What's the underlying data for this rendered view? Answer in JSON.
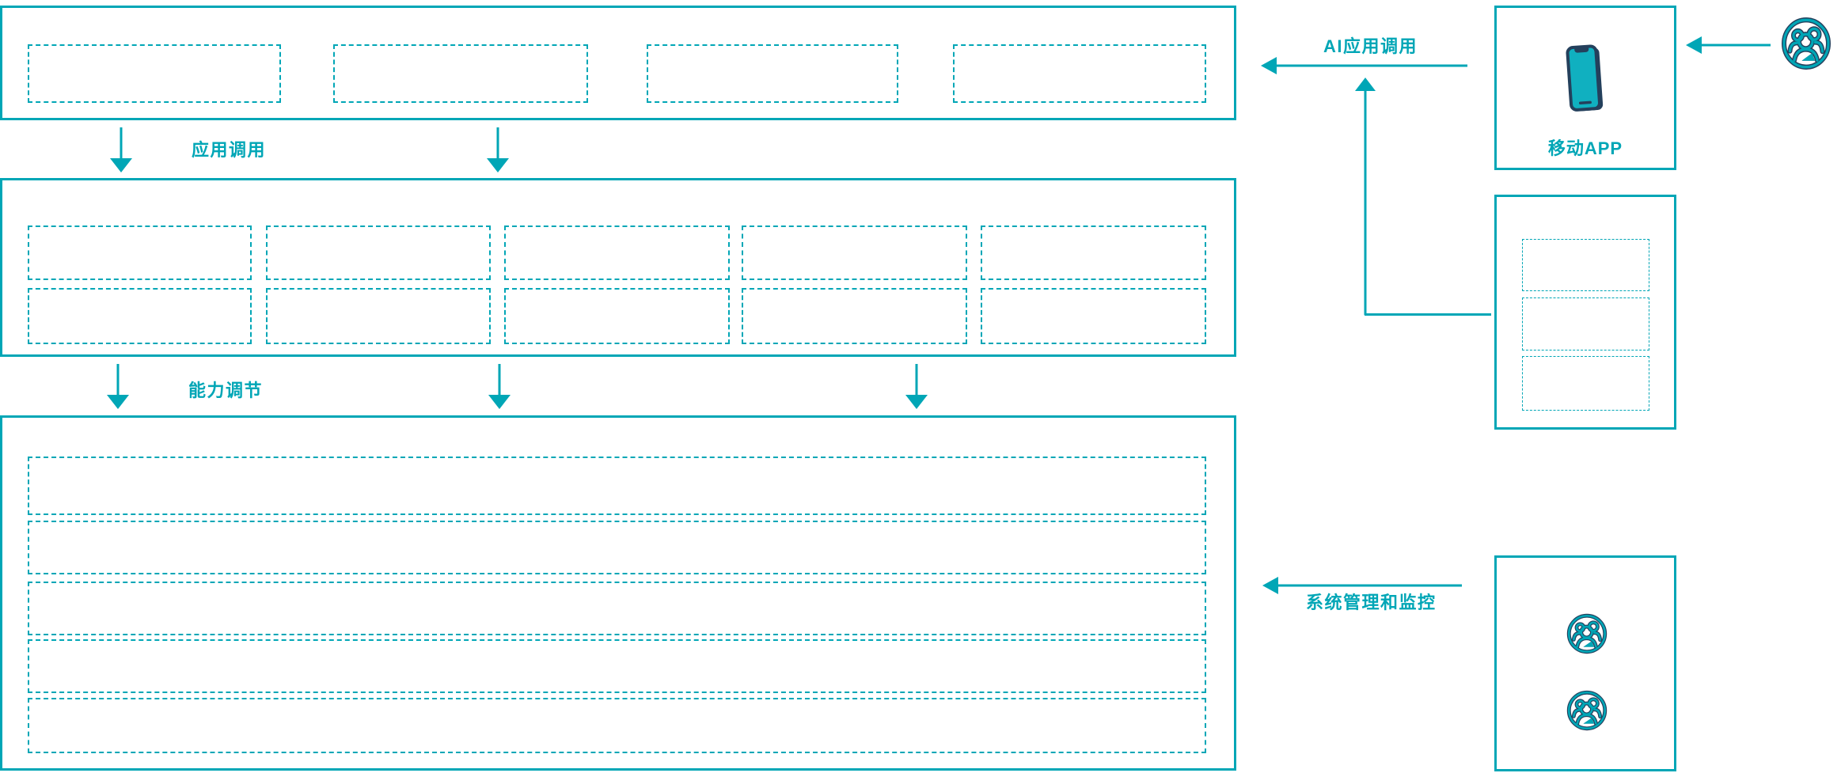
{
  "colors": {
    "accent": "#00a6b6",
    "accent_bright": "#10b0c0",
    "dark": "#24405c",
    "background": "#ffffff"
  },
  "labels": {
    "app_call": "应用调用",
    "capability_adjust": "能力调节",
    "ai_app_call": "AI应用调用",
    "system_monitor": "系统管理和监控",
    "mobile_app": "移动APP"
  },
  "icons": {
    "mobile_app": "smartphone-icon",
    "user_group": "user-group-icon"
  },
  "diagram": {
    "top_layer_placeholders": 4,
    "middle_layer_rows": 2,
    "middle_layer_cols": 5,
    "bottom_layer_rows": 5,
    "right_stack_placeholders": 3,
    "user_box_icons": 2
  }
}
